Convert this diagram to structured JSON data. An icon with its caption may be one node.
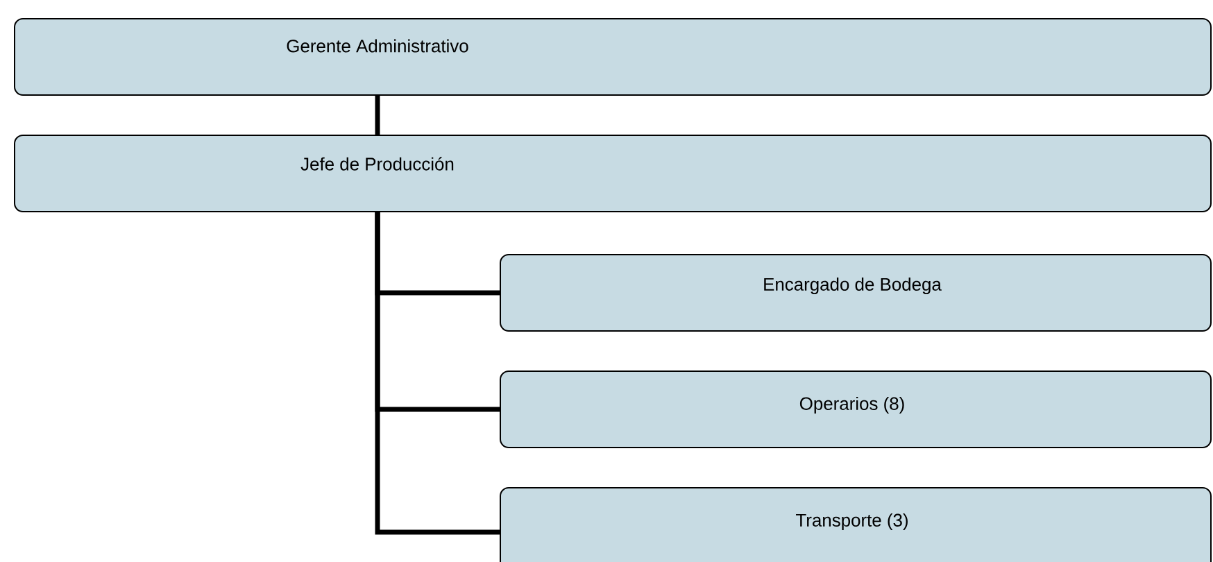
{
  "diagram": {
    "nodes": [
      {
        "text": [
          "Gerente Administrativo"
        ]
      },
      {
        "text": [
          "Jefe de Producción"
        ]
      },
      {
        "text": [
          "Encargado de Bodega"
        ]
      },
      {
        "text": [
          "Operarios (8)"
        ]
      },
      {
        "text": [
          "Transporte (3)"
        ]
      }
    ],
    "edges": [
      {
        "from": 0,
        "to": 1,
        "arrow": "none"
      },
      {
        "from": 1,
        "to": 2,
        "arrow": "none"
      },
      {
        "from": 1,
        "to": 3,
        "arrow": "none"
      },
      {
        "from": 1,
        "to": 4,
        "arrow": "none"
      }
    ]
  }
}
